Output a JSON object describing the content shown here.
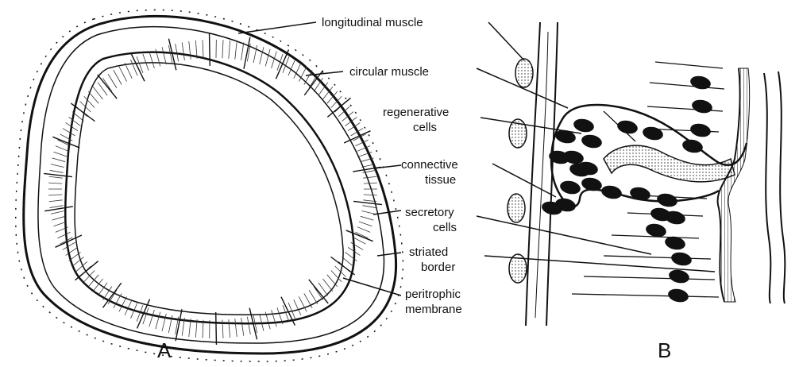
{
  "panels": {
    "a": "A",
    "b": "B"
  },
  "labels": {
    "longitudinal_muscle": "longitudinal muscle",
    "circular_muscle": "circular muscle",
    "regenerative_1": "regenerative",
    "regenerative_2": "cells",
    "connective_1": "connective",
    "connective_2": "tissue",
    "secretory_1": "secretory",
    "secretory_2": "cells",
    "striated_1": "striated",
    "striated_2": "border",
    "peritrophic_1": "peritrophic",
    "peritrophic_2": "membrane"
  }
}
